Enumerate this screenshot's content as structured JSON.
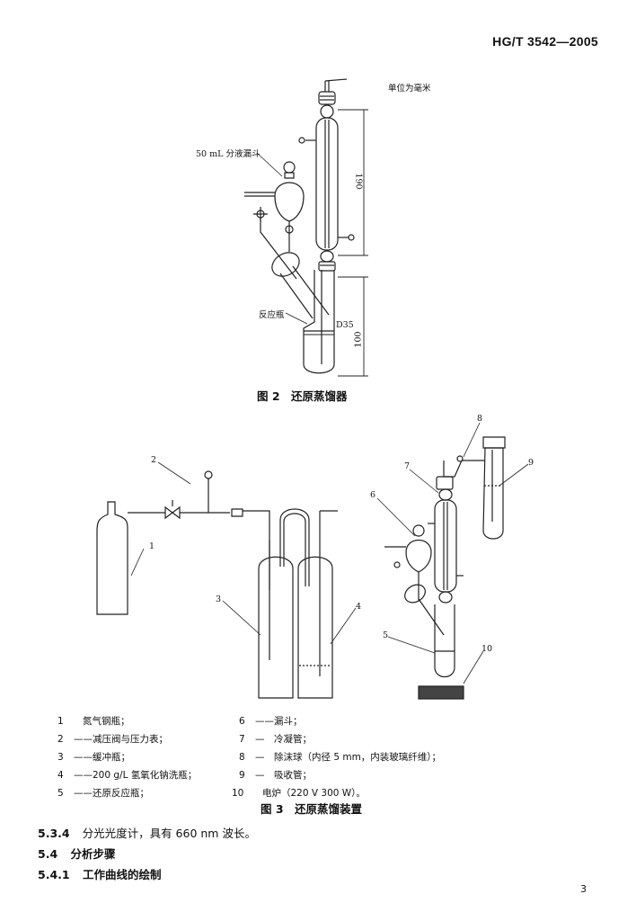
{
  "header": {
    "standard_code": "HG/T 3542—2005"
  },
  "figure2": {
    "unit_note": "单位为毫米",
    "label_funnel": "50 mL 分液漏斗",
    "label_flask": "反应瓶",
    "dim_190": "190",
    "dim_100": "100",
    "dim_d35": "D35",
    "caption": "图 2　还原蒸馏器"
  },
  "figure3": {
    "callouts": [
      "1",
      "2",
      "3",
      "4",
      "5",
      "6",
      "7",
      "8",
      "9",
      "10"
    ],
    "caption": "图 3　还原蒸馏装置",
    "legend": [
      {
        "num": "1",
        "text": "氮气钢瓶；"
      },
      {
        "num": "2",
        "text": "——减压阀与压力表；"
      },
      {
        "num": "3",
        "text": "——缓冲瓶；"
      },
      {
        "num": "4",
        "text": "——200 g/L 氢氧化钠洗瓶；"
      },
      {
        "num": "5",
        "text": "——还原反应瓶；"
      },
      {
        "num": "6",
        "text": "——漏斗；"
      },
      {
        "num": "7",
        "text": "—　冷凝管；"
      },
      {
        "num": "8",
        "text": "—　除沫球（内径 5 mm，内装玻璃纤维）；"
      },
      {
        "num": "9",
        "text": "—　吸收管；"
      },
      {
        "num": "10",
        "text": "电炉（220 V 300 W）。"
      }
    ]
  },
  "sections": [
    {
      "num": "5.3.4",
      "text": "分光光度计，具有 660 nm 波长。",
      "bold": false
    },
    {
      "num": "5.4",
      "text": "分析步骤",
      "bold": true
    },
    {
      "num": "5.4.1",
      "text": "工作曲线的绘制",
      "bold": true
    }
  ],
  "page_number": "3"
}
